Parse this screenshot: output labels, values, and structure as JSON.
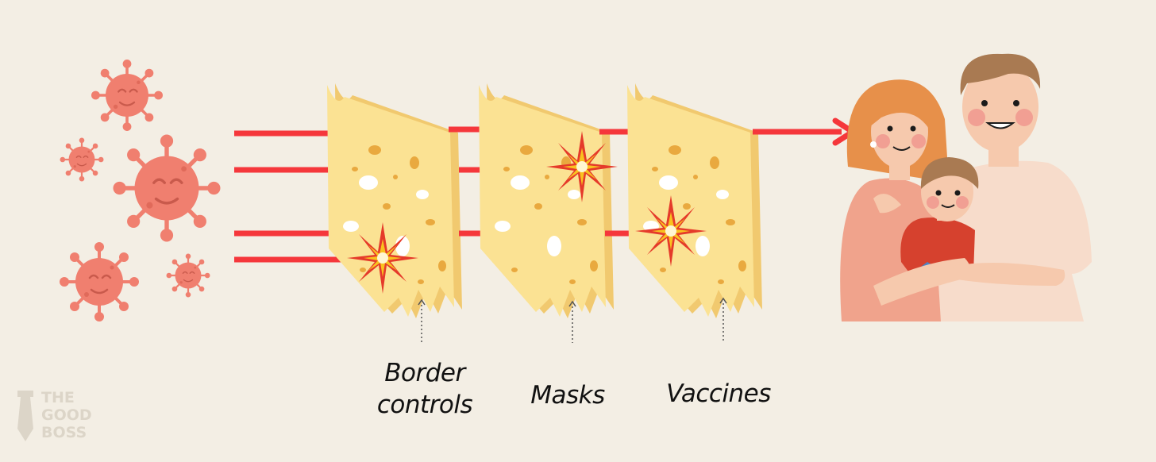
{
  "labels": {
    "border_controls_line1": "Border",
    "border_controls_line2": "controls",
    "masks": "Masks",
    "vaccines": "Vaccines"
  },
  "logo": {
    "line1": "THE",
    "line2": "GOOD",
    "line3": "BOSS"
  },
  "colors": {
    "background": "#f3eee4",
    "arrow": "#f5373b",
    "virus": "#f07f6f",
    "cheese": "#fbe293",
    "cheese_hole": "#e9a93f",
    "spark": "#f9c21f"
  },
  "icons": [
    "virus-icon",
    "cheese-slice-icon",
    "impact-spark-icon",
    "family-illustration"
  ]
}
